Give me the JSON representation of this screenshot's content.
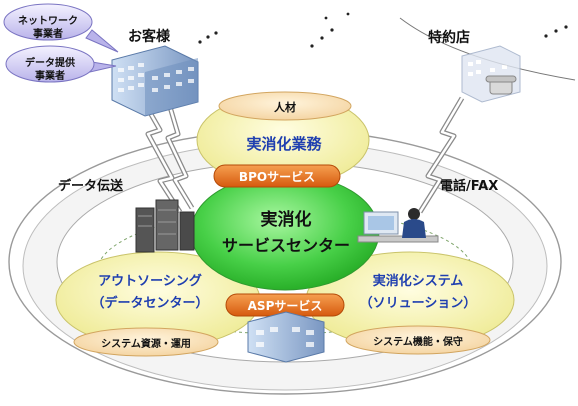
{
  "customers": {
    "label": "お客様",
    "partners": [
      {
        "line1": "ネットワーク",
        "line2": "事業者"
      },
      {
        "line1": "データ提供",
        "line2": "事業者"
      }
    ]
  },
  "agency": {
    "label": "特約店"
  },
  "links": {
    "data_transfer": "データ伝送",
    "phone_fax": "電話/FAX"
  },
  "center": {
    "line1": "実消化",
    "line2": "サービスセンター"
  },
  "top_segment": {
    "cap": "人材",
    "title": "実消化業務",
    "pill": "BPOサービス"
  },
  "left_segment": {
    "title_line1": "アウトソーシング",
    "title_line2": "（データセンター）",
    "cap": "システム資源・運用"
  },
  "right_segment": {
    "title_line1": "実消化システム",
    "title_line2": "（ソリューション）",
    "cap": "システム機能・保守"
  },
  "bottom_pill": "ASPサービス",
  "colors": {
    "title_blue": "#1f3fb0",
    "pill_orange": "#e8711c",
    "center_green": "#48d048",
    "segment_yellow": "#f2ef9a",
    "cap_peach": "#f8dca6"
  }
}
